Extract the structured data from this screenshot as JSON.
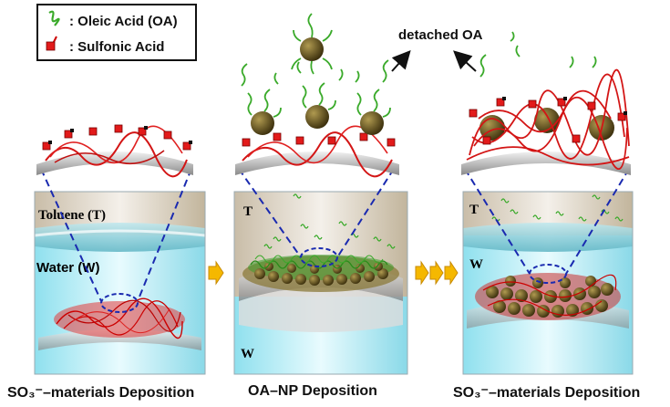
{
  "legend": {
    "oa_label": ": Oleic Acid (OA)",
    "sa_label": ": Sulfonic Acid"
  },
  "annotation": {
    "detached": "detached OA"
  },
  "panels": [
    {
      "caption": "SO₃⁻–materials Deposition",
      "top_label": "Toluene (T)",
      "bottom_label": "Water (W)"
    },
    {
      "caption": "OA–NP Deposition",
      "top_label": "T",
      "bottom_label": "W"
    },
    {
      "caption": "SO₃⁻–materials Deposition",
      "top_label": "T",
      "bottom_label": "W"
    }
  ],
  "colors": {
    "oleic_acid": "#3a9a2a",
    "sulfonic_acid": "#e01010",
    "nanoparticle": "#5a4a1a",
    "arrow": "#f5b800",
    "dashed": "#1a2ab0"
  }
}
